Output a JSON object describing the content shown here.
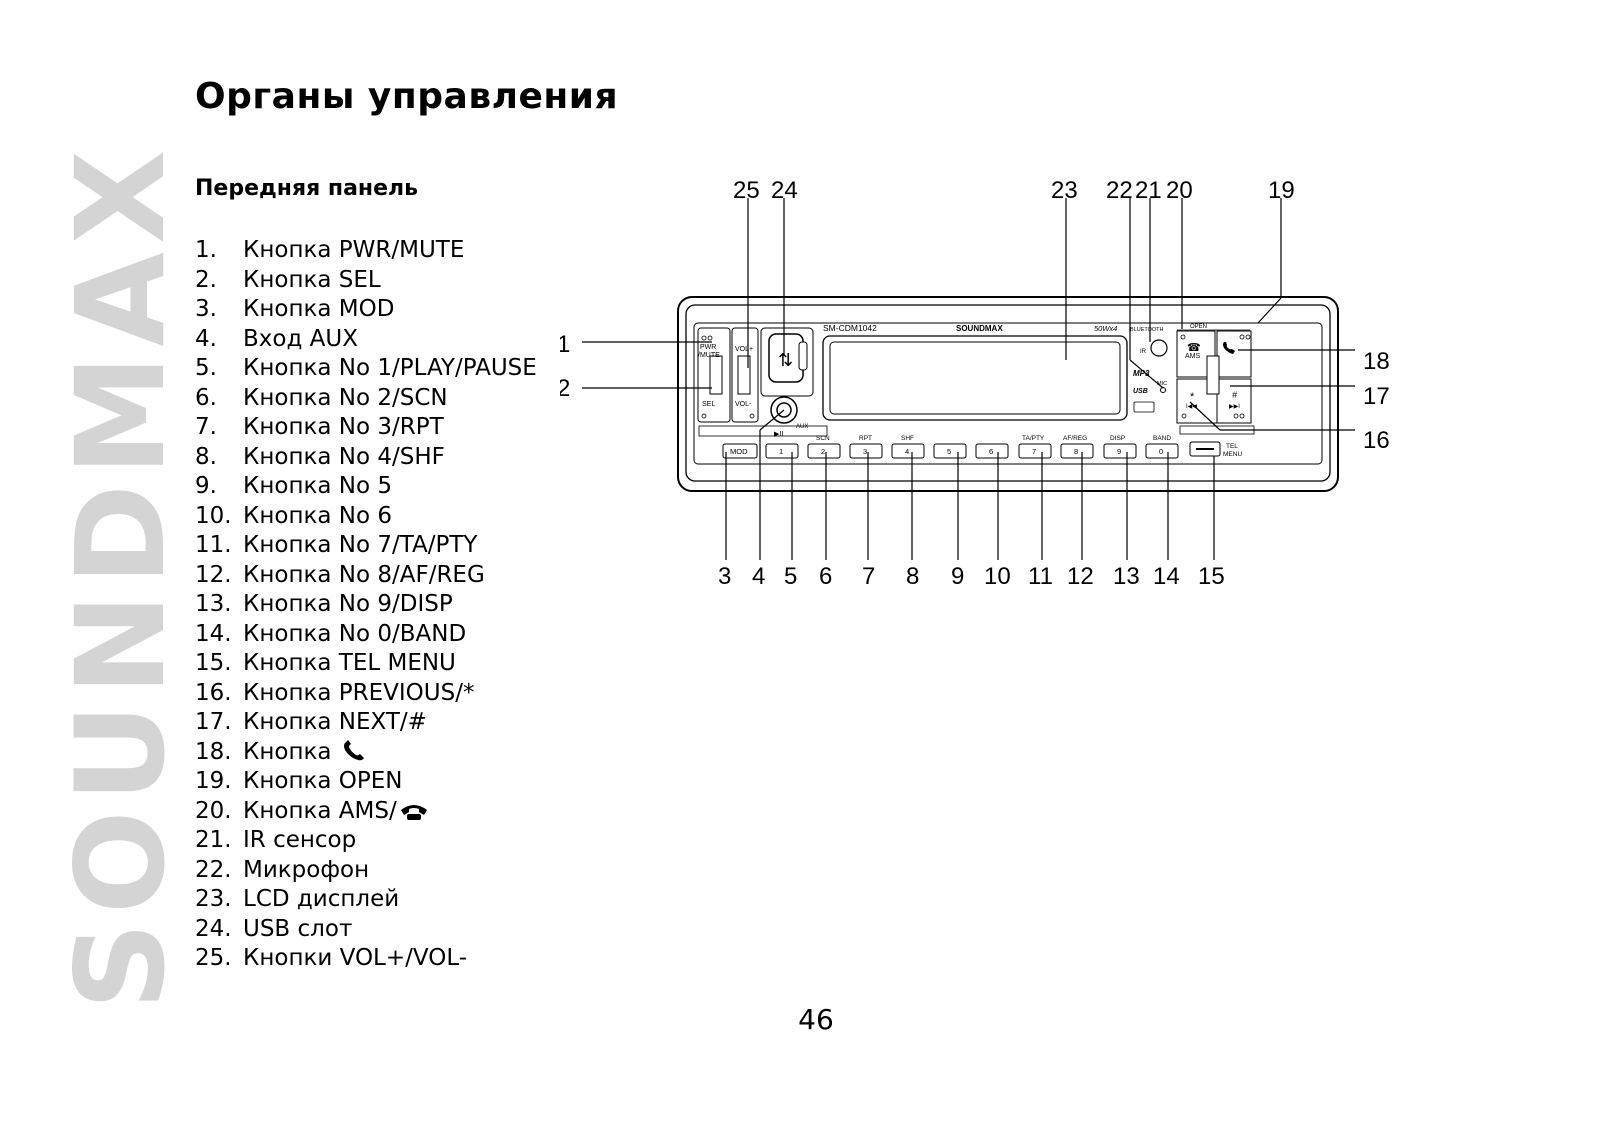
{
  "brand": "SOUNDMAX",
  "title": "Органы управления",
  "subtitle": "Передняя панель",
  "items": [
    {
      "num": "1.",
      "label": "Кнопка PWR/MUTE"
    },
    {
      "num": "2.",
      "label": "Кнопка SEL"
    },
    {
      "num": "3.",
      "label": "Кнопка MOD"
    },
    {
      "num": "4.",
      "label": "Вход AUX"
    },
    {
      "num": "5.",
      "label": "Кнопка No 1/PLAY/PAUSE"
    },
    {
      "num": "6.",
      "label": "Кнопка No 2/SCN"
    },
    {
      "num": "7.",
      "label": "Кнопка No 3/RPT"
    },
    {
      "num": "8.",
      "label": "Кнопка No 4/SHF"
    },
    {
      "num": "9.",
      "label": "Кнопка No 5"
    },
    {
      "num": "10.",
      "label": "Кнопка No 6"
    },
    {
      "num": "11.",
      "label": "Кнопка No 7/TA/PTY"
    },
    {
      "num": "12.",
      "label": "Кнопка No 8/AF/REG"
    },
    {
      "num": "13.",
      "label": "Кнопка No 9/DISP"
    },
    {
      "num": "14.",
      "label": "Кнопка No 0/BAND"
    },
    {
      "num": "15.",
      "label": "Кнопка TEL MENU"
    },
    {
      "num": "16.",
      "label": "Кнопка PREVIOUS/*"
    },
    {
      "num": "17.",
      "label": "Кнопка NEXT/#"
    },
    {
      "num": "18.",
      "label": "Кнопка ",
      "icon": "phone-answer-icon"
    },
    {
      "num": "19.",
      "label": "Кнопка OPEN"
    },
    {
      "num": "20.",
      "label": "Кнопка AMS/",
      "icon": "phone-hangup-icon"
    },
    {
      "num": "21.",
      "label": "IR сенсор"
    },
    {
      "num": "22.",
      "label": "Микрофон"
    },
    {
      "num": "23.",
      "label": "LCD дисплей"
    },
    {
      "num": "24.",
      "label": "USB слот"
    },
    {
      "num": "25.",
      "label": "Кнопки VOL+/VOL-"
    }
  ],
  "diagram": {
    "model": "SM-CDM1042",
    "brand": "SOUNDMAX",
    "power": "50Wx4",
    "bluetooth": "BLUETOOTH",
    "labels": {
      "pwr": "PWR",
      "mute": "/MUTE",
      "sel": "SEL",
      "vol_plus": "VOL+",
      "vol_minus": "VOL-",
      "aux": "AUX",
      "play": "▶II",
      "mod": "MOD",
      "open": "OPEN",
      "ams": "AMS",
      "mic": "MIC",
      "mp3": "MP3",
      "usb": "USB",
      "ir": "IR",
      "tel": "TEL",
      "menu": "MENU",
      "star": "*",
      "hash": "#",
      "prev": "I◀◀",
      "next": "▶▶I"
    },
    "key_labels": [
      "SCN",
      "RPT",
      "SHF",
      "TA/PTY",
      "AF/REG",
      "DISP",
      "BAND"
    ],
    "keys": [
      "1",
      "2",
      "3",
      "4",
      "5",
      "6",
      "7",
      "8",
      "9",
      "0"
    ],
    "callouts": [
      "1",
      "2",
      "3",
      "4",
      "5",
      "6",
      "7",
      "8",
      "9",
      "10",
      "11",
      "12",
      "13",
      "14",
      "15",
      "16",
      "17",
      "18",
      "19",
      "20",
      "21",
      "22",
      "23",
      "24",
      "25"
    ]
  },
  "page_number": "46"
}
